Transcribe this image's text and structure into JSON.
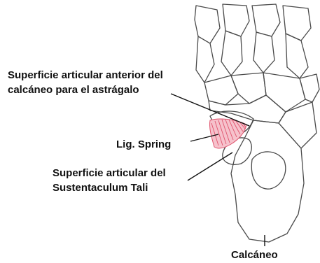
{
  "labels": {
    "anterior_line1": "Superficie articular anterior del",
    "anterior_line2": "calcáneo para el astrágalo",
    "spring": "Lig. Spring",
    "sustentaculum_line1": "Superficie articular del",
    "sustentaculum_line2": "Sustentaculum Tali",
    "calcaneo": "Calcáneo"
  },
  "colors": {
    "outline": "#4a4a4a",
    "ligament": "#e0536d",
    "ligament_fill": "#f6c2cc",
    "text": "#111111"
  }
}
